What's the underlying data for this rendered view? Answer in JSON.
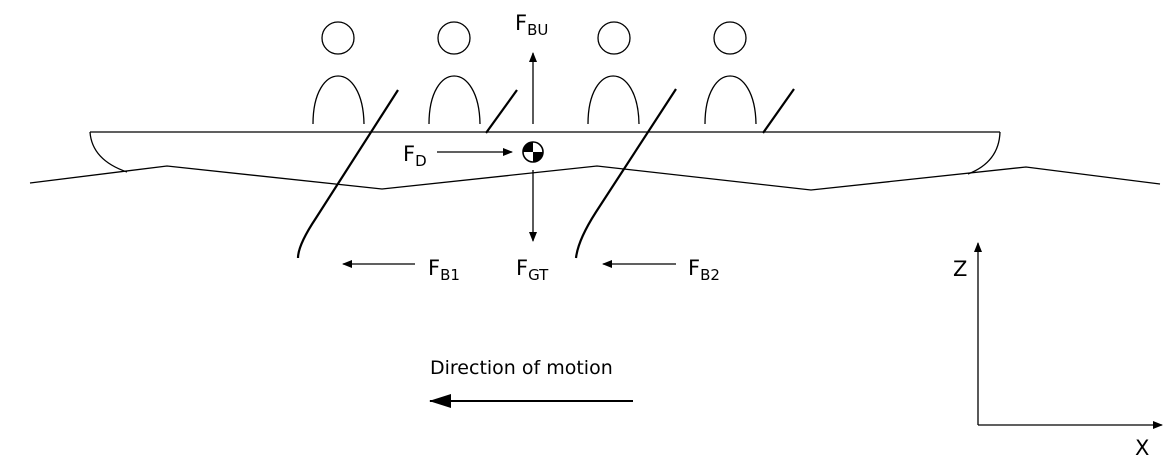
{
  "figure": {
    "subject": "rowing boat with four rowers, force diagram",
    "colors": {
      "stroke": "#000000",
      "background": "#ffffff"
    }
  },
  "forces": {
    "buoyancy": {
      "main": "F",
      "sub": "BU",
      "direction": "up"
    },
    "drag": {
      "main": "F",
      "sub": "D",
      "direction": "right"
    },
    "gravity": {
      "main": "F",
      "sub": "GT",
      "direction": "down"
    },
    "blade1": {
      "main": "F",
      "sub": "B1",
      "direction": "left"
    },
    "blade2": {
      "main": "F",
      "sub": "B2",
      "direction": "left"
    }
  },
  "motion": {
    "label": "Direction of motion",
    "direction": "left"
  },
  "axes": {
    "vertical_label": "Z",
    "horizontal_label": "X"
  },
  "rowers": {
    "count": 4
  },
  "center_of_mass": {
    "icon": "center-of-mass-icon"
  }
}
